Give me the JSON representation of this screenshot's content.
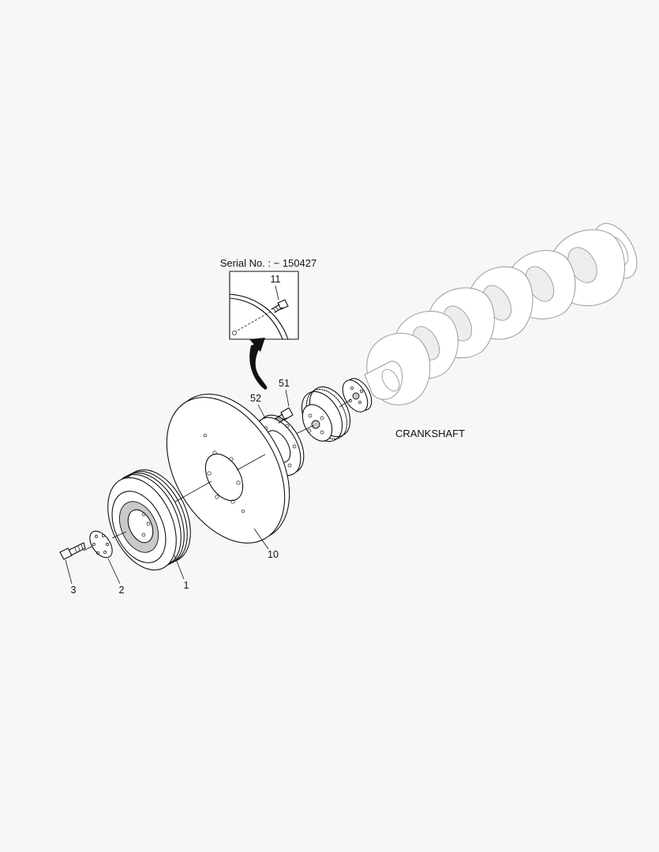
{
  "inset": {
    "caption": "Serial No. : ~ 150427",
    "part": "11"
  },
  "assembly_label": "CRANKSHAFT",
  "callouts": {
    "p1": "1",
    "p2": "2",
    "p3": "3",
    "p10": "10",
    "p51": "51",
    "p52": "52"
  }
}
